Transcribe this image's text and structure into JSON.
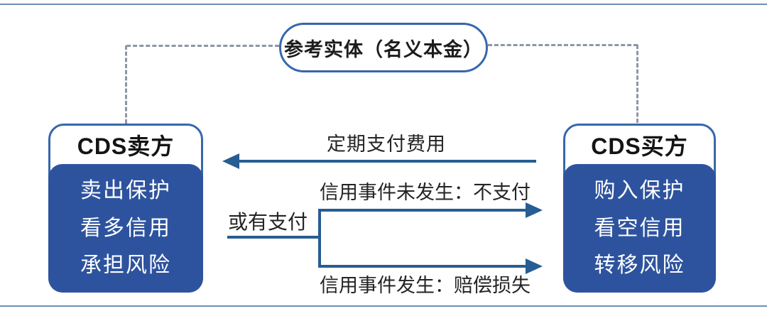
{
  "colors": {
    "panel": "#2e539e",
    "border": "#3767ac",
    "arrow": "#275d93",
    "dash": "#8e96a6",
    "frame": "#6d8fb5",
    "ink": "#1c1c1c"
  },
  "diagram": {
    "reference_entity": "参考实体（名义本金）",
    "seller": {
      "title": "CDS卖方",
      "lines": [
        "卖出保护",
        "看多信用",
        "承担风险"
      ]
    },
    "buyer": {
      "title": "CDS买方",
      "lines": [
        "购入保护",
        "看空信用",
        "转移风险"
      ]
    },
    "flows": {
      "premium_label": "定期支付费用",
      "contingent_label": "或有支付",
      "no_event_label": "信用事件未发生：不支付",
      "event_label": "信用事件发生：赔偿损失"
    }
  }
}
